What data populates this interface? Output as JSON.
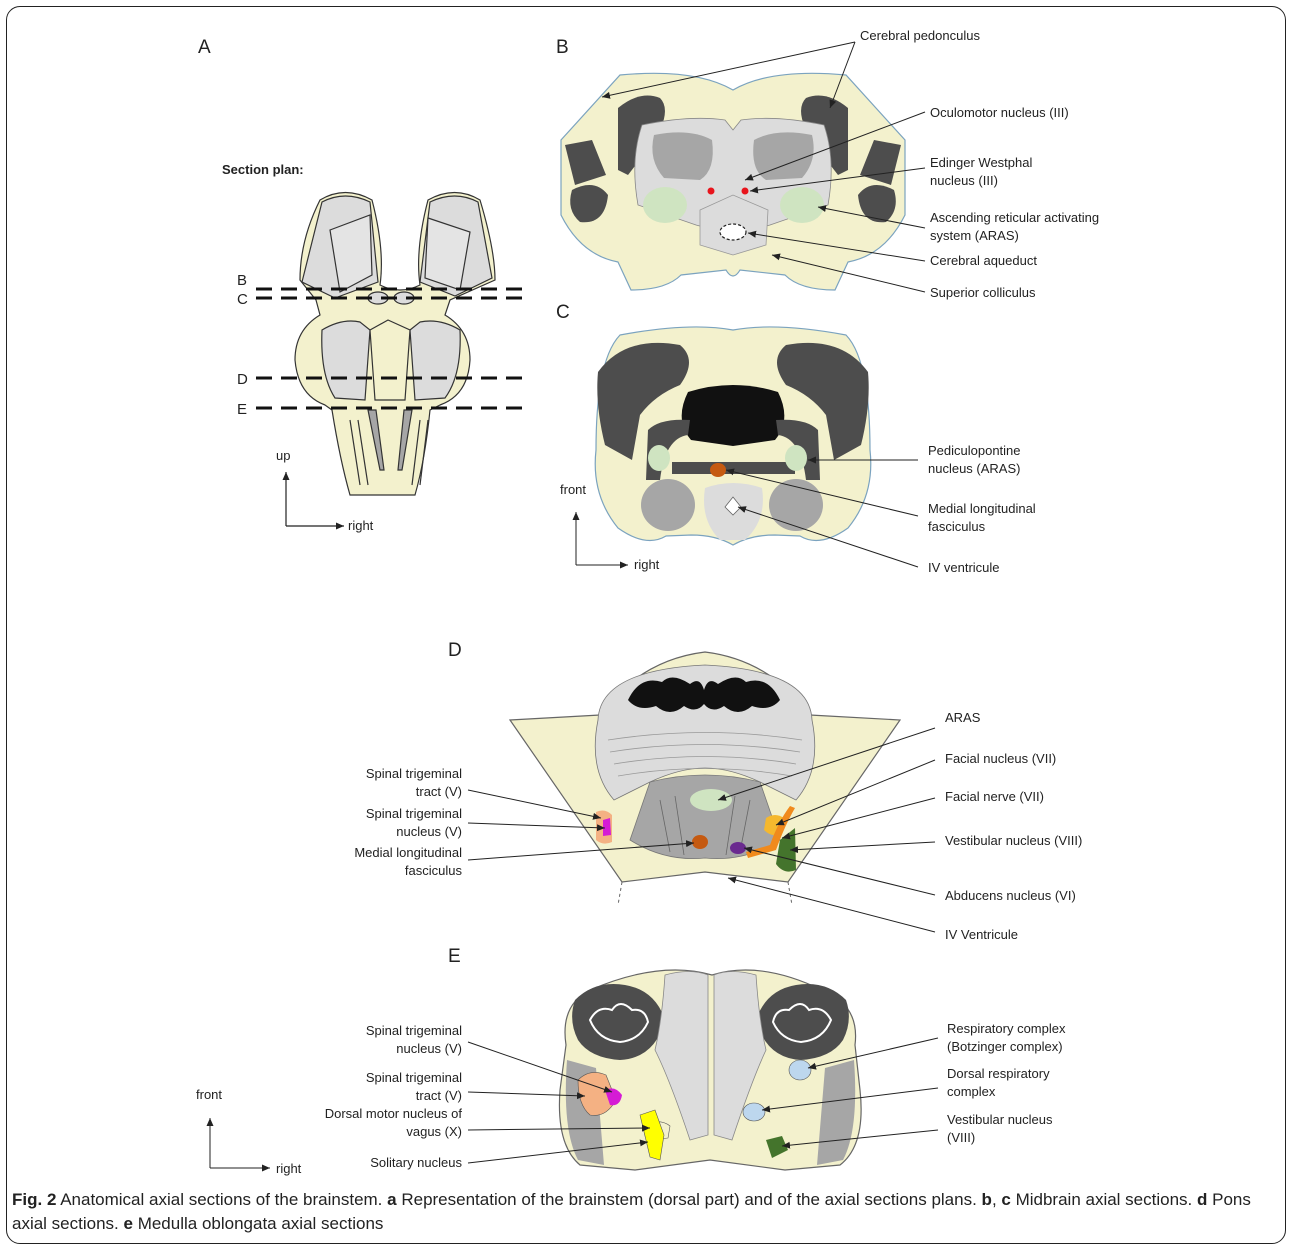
{
  "panels": {
    "a": {
      "letter": "A",
      "section_plan": "Section plan:",
      "lines": [
        "B",
        "C",
        "D",
        "E"
      ],
      "axis_up": "up",
      "axis_right": "right"
    },
    "b": {
      "letter": "B",
      "labels": {
        "cerebral_pedonculus": "Cerebral pedonculus",
        "oculomotor": "Oculomotor nucleus (III)",
        "edinger_1": "Edinger Westphal",
        "edinger_2": "nucleus (III)",
        "aras_1": "Ascending reticular activating",
        "aras_2": "system (ARAS)",
        "aqueduct": "Cerebral aqueduct",
        "colliculus": "Superior colliculus"
      }
    },
    "c": {
      "letter": "C",
      "labels": {
        "pedunc_1": "Pediculopontine",
        "pedunc_2": "nucleus (ARAS)",
        "mlf_1": "Medial longitudinal",
        "mlf_2": "fasciculus",
        "ventricle": "IV ventricule"
      },
      "axis_front": "front",
      "axis_right": "right"
    },
    "d": {
      "letter": "D",
      "labels": {
        "aras": "ARAS",
        "facial_nucleus": "Facial nucleus (VII)",
        "facial_nerve": "Facial nerve (VII)",
        "vestibular": "Vestibular nucleus (VIII)",
        "abducens": "Abducens nucleus (VI)",
        "ventricle": "IV Ventricule",
        "trig_tract_1": "Spinal trigeminal",
        "trig_tract_2": "tract (V)",
        "trig_nucleus_1": "Spinal trigeminal",
        "trig_nucleus_2": "nucleus (V)",
        "mlf_1": "Medial longitudinal",
        "mlf_2": "fasciculus"
      }
    },
    "e": {
      "letter": "E",
      "labels": {
        "trig_nucleus_1": "Spinal trigeminal",
        "trig_nucleus_2": "nucleus (V)",
        "trig_tract_1": "Spinal trigeminal",
        "trig_tract_2": "tract (V)",
        "dmnv_1": "Dorsal motor nucleus of",
        "dmnv_2": "vagus (X)",
        "solitary": "Solitary nucleus",
        "resp_1": "Respiratory complex",
        "resp_2": "(Botzinger complex)",
        "dorsal_resp_1": "Dorsal respiratory",
        "dorsal_resp_2": "complex",
        "vestibular_1": "Vestibular nucleus",
        "vestibular_2": "(VIII)"
      },
      "axis_front": "front",
      "axis_right": "right"
    }
  },
  "caption": {
    "fig": "Fig. 2",
    "t1": " Anatomical axial sections of the brainstem. ",
    "a": "a",
    "t2": " Representation of the brainstem (dorsal part) and of the axial sections plans. ",
    "b": "b",
    "t3": ", ",
    "c": "c",
    "t4": " Midbrain axial sections. ",
    "d": "d",
    "t5": " Pons axial sections. ",
    "e": "e",
    "t6": " Medulla oblongata axial sections"
  },
  "colors": {
    "tissue": "#f3f1cd",
    "gray_light": "#dcdcdc",
    "gray_mid": "#a6a6a6",
    "gray_dark": "#4d4d4d",
    "black": "#000000",
    "green_light": "#cfe4c1",
    "red": "#e8141c",
    "orange_brown": "#c55a11",
    "magenta": "#d51bd5",
    "salmon": "#f4b183",
    "yellow_orange": "#f5b82e",
    "orange": "#f08a1c",
    "purple": "#6a2a8f",
    "green_dark": "#44742c",
    "light_blue": "#bdd7ee",
    "yellow": "#ffff00"
  }
}
